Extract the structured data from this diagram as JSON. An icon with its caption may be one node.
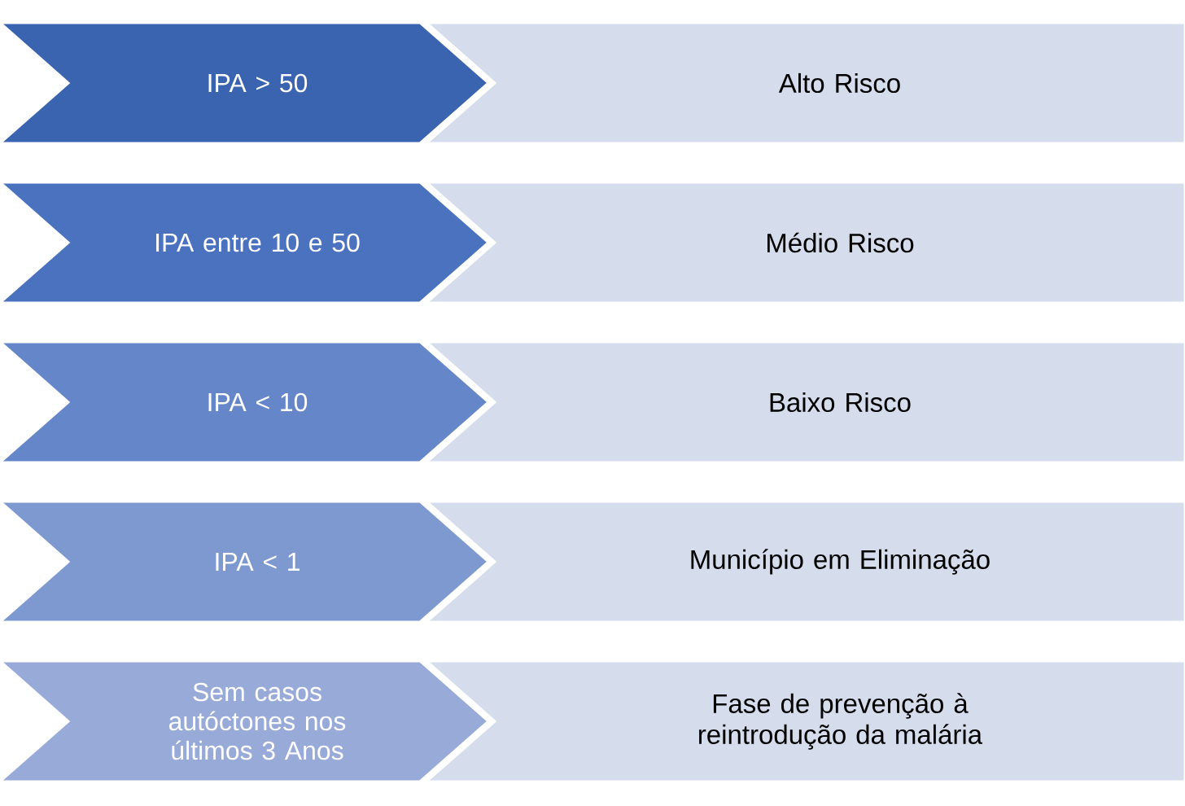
{
  "diagram": {
    "nodes": [
      {
        "text": [
          "IPA > 50"
        ]
      },
      {
        "text": [
          "Alto Risco"
        ]
      },
      {
        "text": [
          "IPA entre 10 e 50"
        ]
      },
      {
        "text": [
          "Médio Risco"
        ]
      },
      {
        "text": [
          "IPA < 10"
        ]
      },
      {
        "text": [
          "Baixo Risco"
        ]
      },
      {
        "text": [
          "IPA < 1"
        ]
      },
      {
        "text": [
          "Município em Eliminação"
        ]
      },
      {
        "text": [
          "Sem casos autóctones nos últimos 3 Anos"
        ]
      },
      {
        "text": [
          "Fase de prevenção à reintrodução da malária"
        ]
      }
    ]
  }
}
